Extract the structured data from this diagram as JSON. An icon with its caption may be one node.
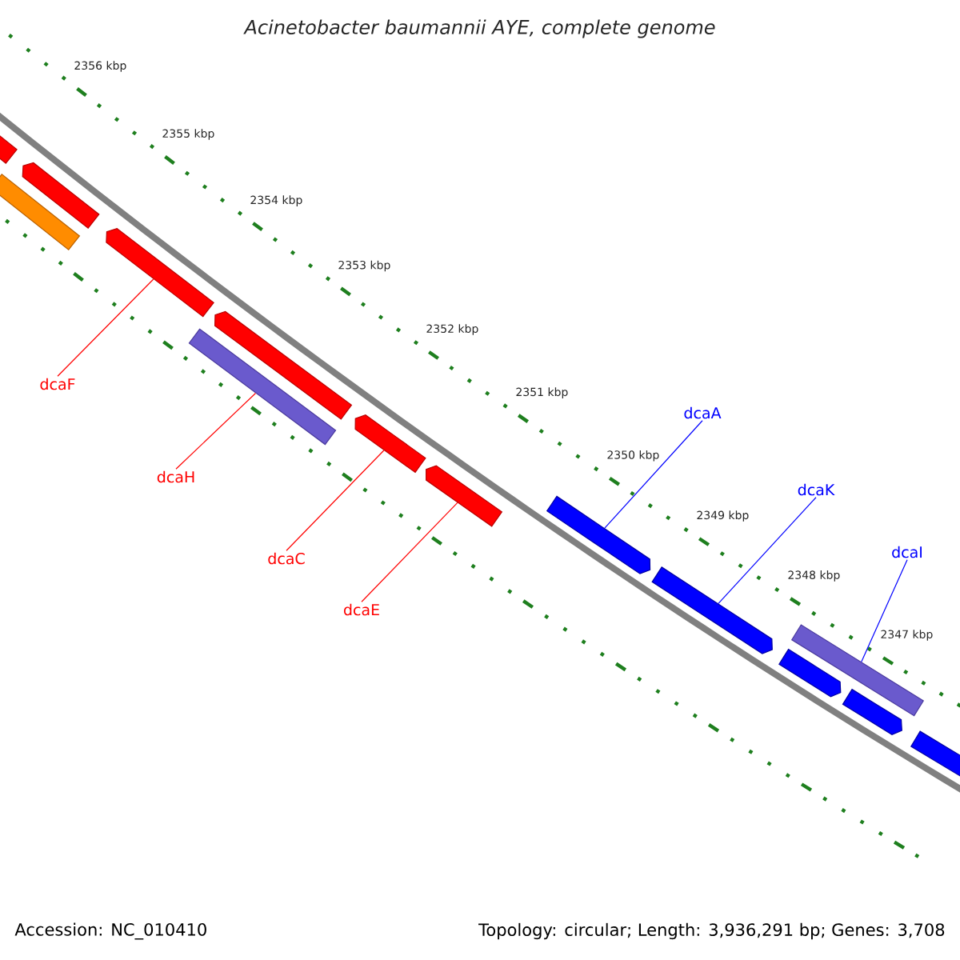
{
  "diagram": {
    "title": "Acinetobacter baumannii AYE, complete genome",
    "nodes": [
      {
        "text": [],
        "shape": "arrow"
      },
      {
        "text": [],
        "shape": "bar"
      },
      {
        "text": [],
        "shape": "arrow"
      },
      {
        "text": [],
        "shape": "arrow"
      },
      {
        "text": [],
        "shape": "bar"
      },
      {
        "text": [],
        "shape": "arrow"
      },
      {
        "text": [],
        "shape": "arrow"
      },
      {
        "text": [],
        "shape": "arrow"
      },
      {
        "text": [],
        "shape": "arrow"
      },
      {
        "text": [],
        "shape": "arrow"
      },
      {
        "text": [],
        "shape": "bar"
      },
      {
        "text": [],
        "shape": "arrow"
      },
      {
        "text": [],
        "shape": "arrow"
      },
      {
        "text": [],
        "shape": "arrow"
      },
      {
        "text": [
          "dcaF"
        ]
      },
      {
        "text": [
          "dcaH"
        ]
      },
      {
        "text": [
          "dcaC"
        ]
      },
      {
        "text": [
          "dcaE"
        ]
      },
      {
        "text": [
          "dcaA"
        ]
      },
      {
        "text": [
          "dcaK"
        ]
      },
      {
        "text": [
          "dcaI"
        ]
      }
    ],
    "edges": [
      {
        "from": 14,
        "to": 3,
        "arrow": "none",
        "color": "#ff0000"
      },
      {
        "from": 15,
        "to": 4,
        "arrow": "none",
        "color": "#ff0000"
      },
      {
        "from": 16,
        "to": 6,
        "arrow": "none",
        "color": "#ff0000"
      },
      {
        "from": 17,
        "to": 7,
        "arrow": "none",
        "color": "#ff0000"
      },
      {
        "from": 18,
        "to": 8,
        "arrow": "none",
        "color": "#0000ff"
      },
      {
        "from": 19,
        "to": 9,
        "arrow": "none",
        "color": "#0000ff"
      },
      {
        "from": 20,
        "to": 10,
        "arrow": "none",
        "color": "#0000ff"
      }
    ],
    "labels": [
      "2356 kbp",
      "2355 kbp",
      "2354 kbp",
      "2353 kbp",
      "2352 kbp",
      "2351 kbp",
      "2350 kbp",
      "2349 kbp",
      "2348 kbp",
      "2347 kbp",
      "Accession: NC_010410",
      "Topology: circular; Length: 3,936,291 bp; Genes: 3,708"
    ]
  }
}
